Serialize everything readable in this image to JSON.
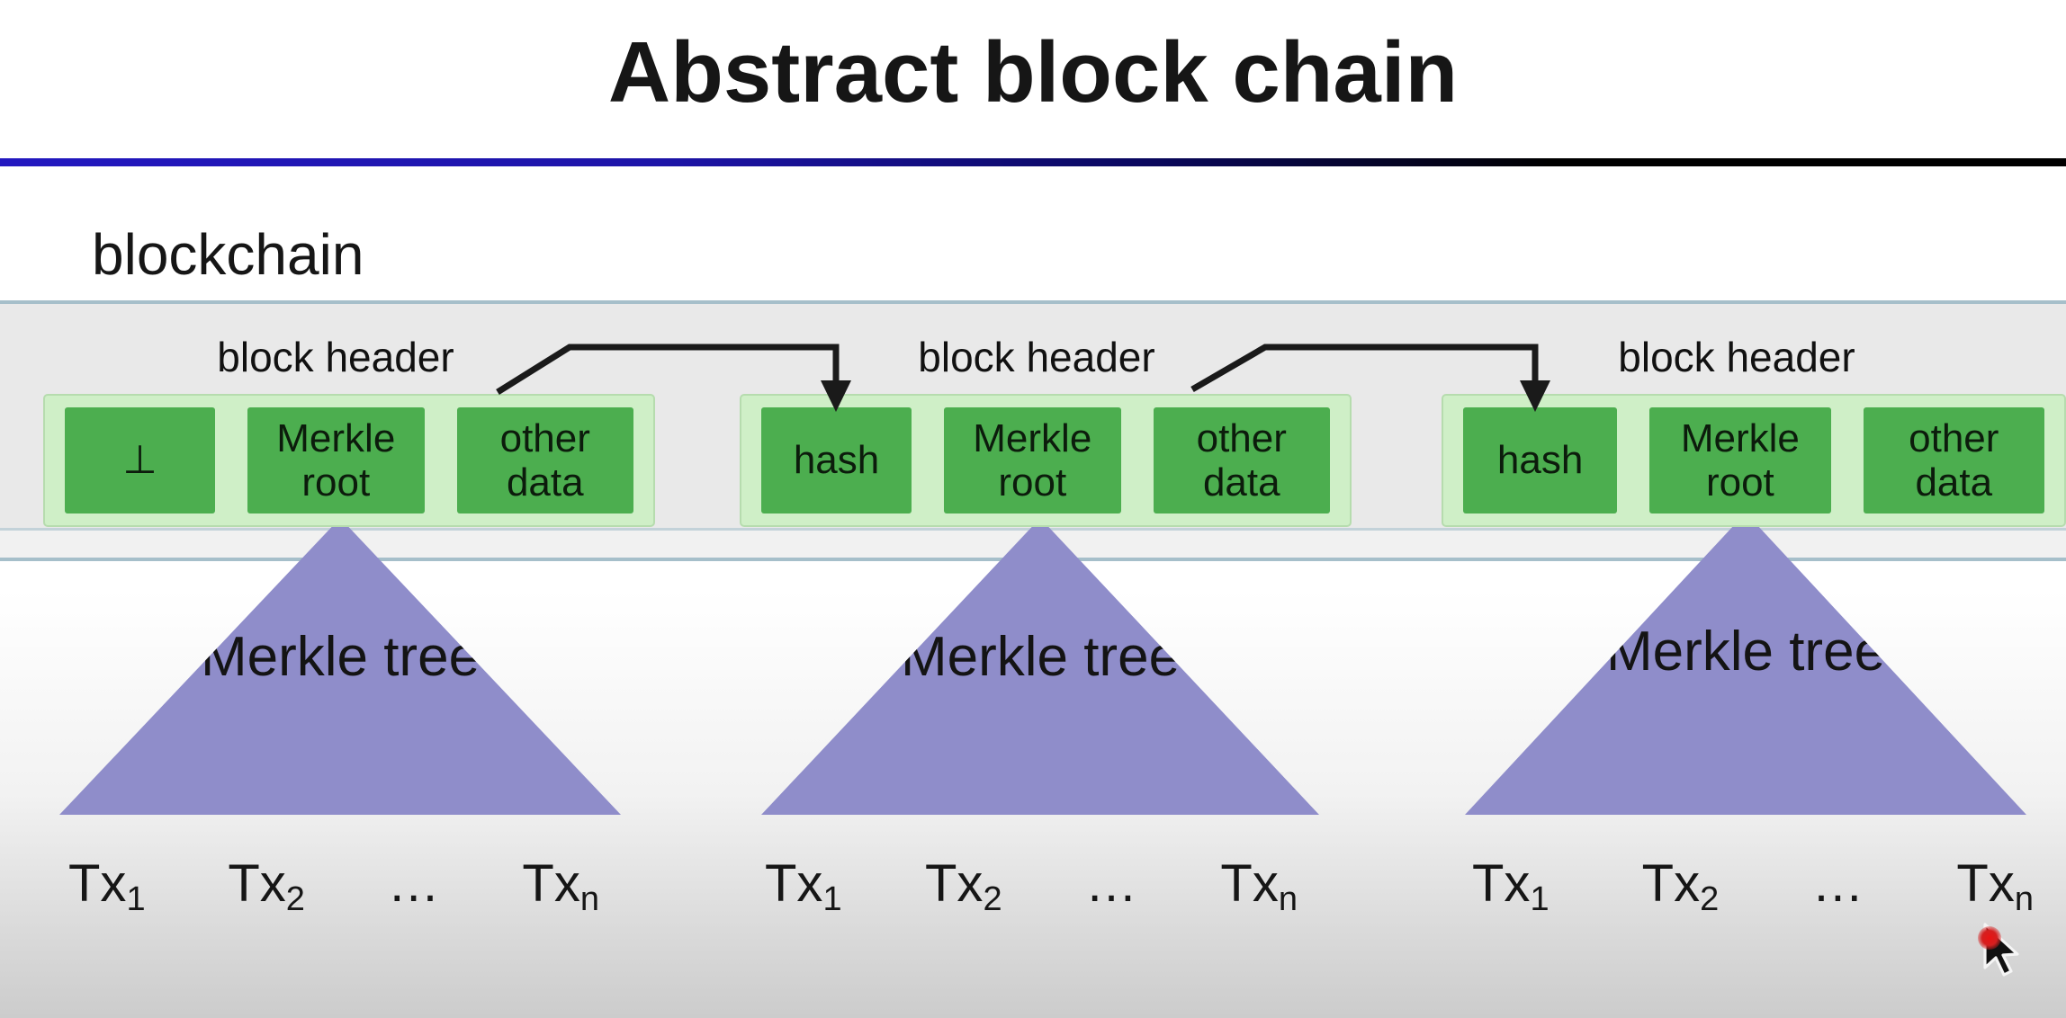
{
  "title": "Abstract block chain",
  "section_label": "blockchain",
  "blocks": [
    {
      "header_label": "block header",
      "cells": [
        "⊥",
        "Merkle root",
        "other data"
      ],
      "tree_label": "Merkle tree",
      "transactions": [
        {
          "base": "Tx",
          "sub": "1"
        },
        {
          "base": "Tx",
          "sub": "2"
        },
        {
          "base": "…",
          "sub": ""
        },
        {
          "base": "Tx",
          "sub": "n"
        }
      ]
    },
    {
      "header_label": "block header",
      "cells": [
        "hash",
        "Merkle root",
        "other data"
      ],
      "tree_label": "Merkle tree",
      "transactions": [
        {
          "base": "Tx",
          "sub": "1"
        },
        {
          "base": "Tx",
          "sub": "2"
        },
        {
          "base": "…",
          "sub": ""
        },
        {
          "base": "Tx",
          "sub": "n"
        }
      ]
    },
    {
      "header_label": "block header",
      "cells": [
        "hash",
        "Merkle root",
        "other data"
      ],
      "tree_label": "Merkle tree",
      "transactions": [
        {
          "base": "Tx",
          "sub": "1"
        },
        {
          "base": "Tx",
          "sub": "2"
        },
        {
          "base": "…",
          "sub": ""
        },
        {
          "base": "Tx",
          "sub": "n"
        }
      ]
    }
  ],
  "colors": {
    "cell_green": "#4cae4f",
    "container_green": "#cfefc7",
    "tree_purple": "#8f8dca",
    "rule_blue": "#1d14a8",
    "rule_black": "#000000",
    "band_border": "#a6bfca",
    "band_fill": "#e9e9e9",
    "cursor_dot_red": "#d42020"
  }
}
